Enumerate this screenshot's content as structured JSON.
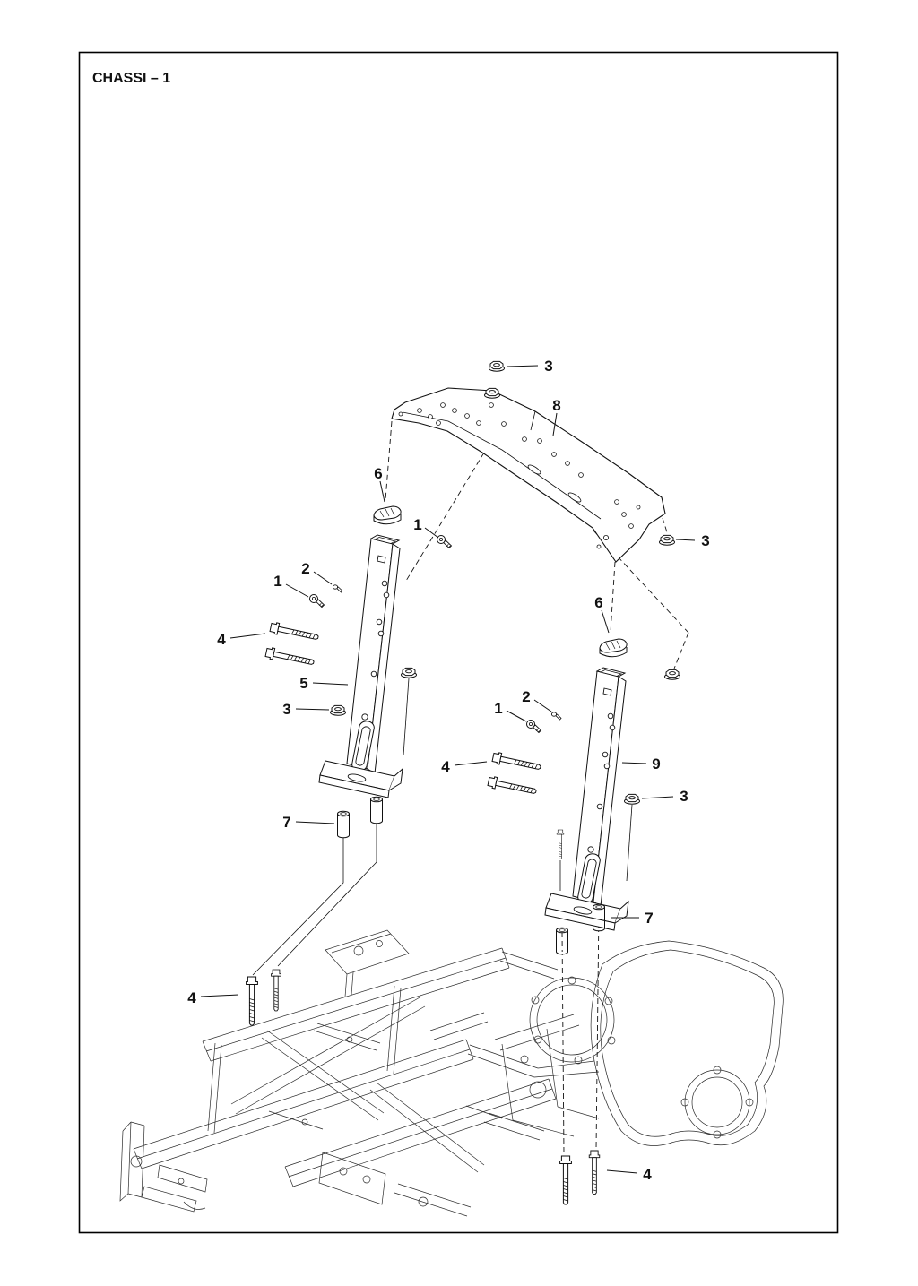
{
  "page": {
    "title": "CHASSI – 1"
  },
  "colors": {
    "ink": "#111111",
    "paper": "#ffffff"
  },
  "callouts": {
    "c3_top": {
      "label": "3"
    },
    "c8": {
      "label": "8"
    },
    "c6_left": {
      "label": "6"
    },
    "c1_left_a": {
      "label": "1"
    },
    "c2_left": {
      "label": "2"
    },
    "c1_left_b": {
      "label": "1"
    },
    "c4_left": {
      "label": "4"
    },
    "c3_right_a": {
      "label": "3"
    },
    "c6_right": {
      "label": "6"
    },
    "c5": {
      "label": "5"
    },
    "c3_left": {
      "label": "3"
    },
    "c1_right": {
      "label": "1"
    },
    "c2_right": {
      "label": "2"
    },
    "c4_mid": {
      "label": "4"
    },
    "c9": {
      "label": "9"
    },
    "c3_right_b": {
      "label": "3"
    },
    "c7_left": {
      "label": "7"
    },
    "c7_right": {
      "label": "7"
    },
    "c4_bot_left": {
      "label": "4"
    },
    "c4_bot_right": {
      "label": "4"
    }
  }
}
